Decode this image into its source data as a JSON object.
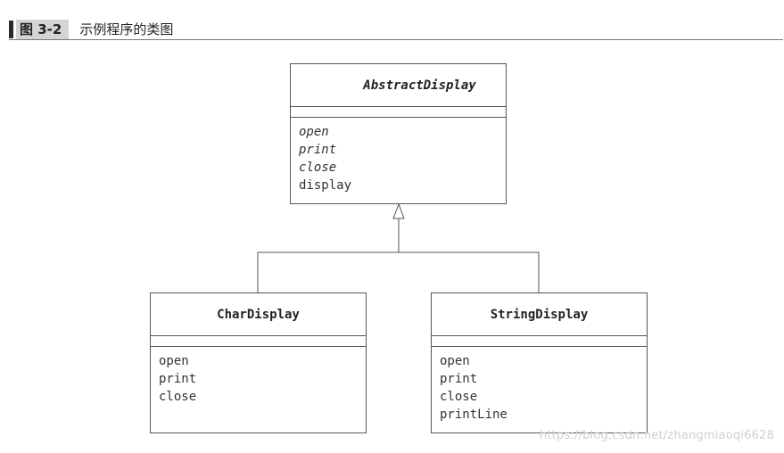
{
  "figure": {
    "label": "图 3-2",
    "title": "示例程序的类图"
  },
  "classes": {
    "abstract_display": {
      "name": "AbstractDisplay",
      "methods": [
        "open",
        "print",
        "close",
        "display"
      ]
    },
    "char_display": {
      "name": "CharDisplay",
      "methods": [
        "open",
        "print",
        "close"
      ]
    },
    "string_display": {
      "name": "StringDisplay",
      "methods": [
        "open",
        "print",
        "close",
        "printLine"
      ]
    }
  },
  "watermark": "https://blog.csdn.net/zhangmiaoqi6628"
}
